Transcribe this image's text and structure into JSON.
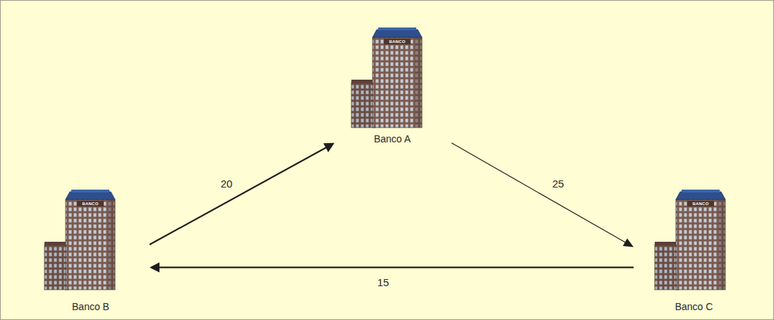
{
  "diagram": {
    "nodes": [
      {
        "text": [
          "Banco A"
        ]
      },
      {
        "text": [
          "Banco B"
        ]
      },
      {
        "text": [
          "Banco C"
        ]
      }
    ],
    "edges": [
      {
        "from": 1,
        "to": 0,
        "arrow": "to",
        "label": "20"
      },
      {
        "from": 0,
        "to": 2,
        "arrow": "to",
        "label": "25"
      },
      {
        "from": 2,
        "to": 1,
        "arrow": "to",
        "label": "15"
      }
    ],
    "labels": [
      "BANCO",
      "BANCO",
      "BANCO"
    ]
  }
}
